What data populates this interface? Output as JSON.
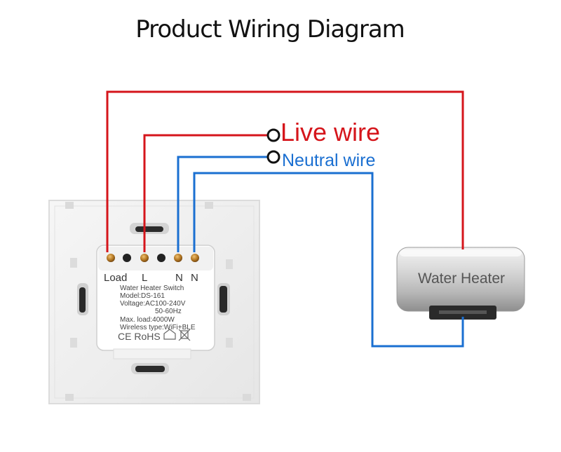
{
  "title": "Product Wiring Diagram",
  "labels": {
    "live_wire": "Live wire",
    "neutral_word": "Neutral",
    "neutral_wire_word": "wire",
    "water_heater": "Water Heater"
  },
  "terminals": {
    "load": "Load",
    "l": "L",
    "n1": "N",
    "n2": "N"
  },
  "module_specs": [
    "Water Heater Switch",
    "Model:DS-161",
    "Voltage:AC100-240V",
    "50-60Hz",
    "Max. load:4000W",
    "Wireless type:WiFi+BLE"
  ],
  "certifications": "CE RoHS",
  "colors": {
    "live": "#d5151b",
    "neutral": "#1a6fd1"
  }
}
